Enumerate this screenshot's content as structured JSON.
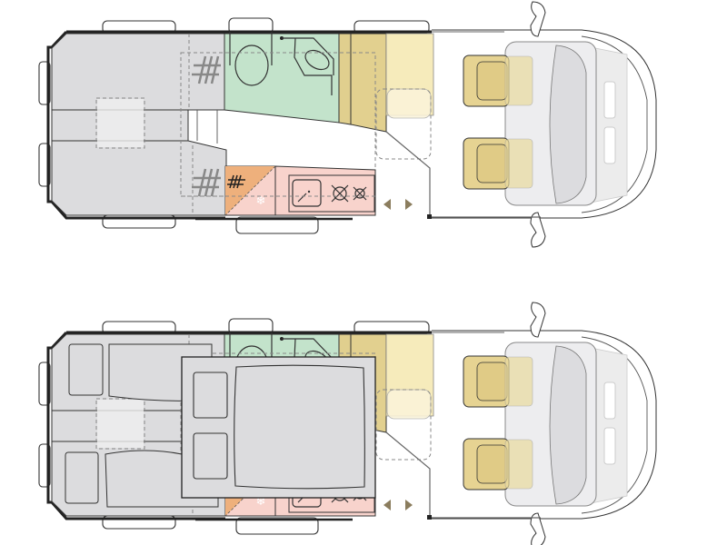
{
  "diagram": {
    "type": "camper van floor plan",
    "layouts": [
      {
        "id": "day",
        "bed_deployed": false
      },
      {
        "id": "night",
        "bed_deployed": true
      }
    ],
    "colors": {
      "seating": "#dcdcde",
      "bathroom": "#c3e3cb",
      "wardrobe_dark": "#e2d08f",
      "wardrobe_light": "#f6ebbb",
      "kitchen": "#f8d3cc",
      "fridge": "#eeb07c",
      "cab_seat": "#e6d392",
      "arrows": "#8b7d5e"
    },
    "icons": [
      "toilet-icon",
      "washbasin-icon",
      "sink-icon",
      "hob-icon",
      "fridge-snowflake-icon",
      "hash-storage-icon",
      "arrow-left-icon",
      "arrow-right-icon"
    ]
  }
}
